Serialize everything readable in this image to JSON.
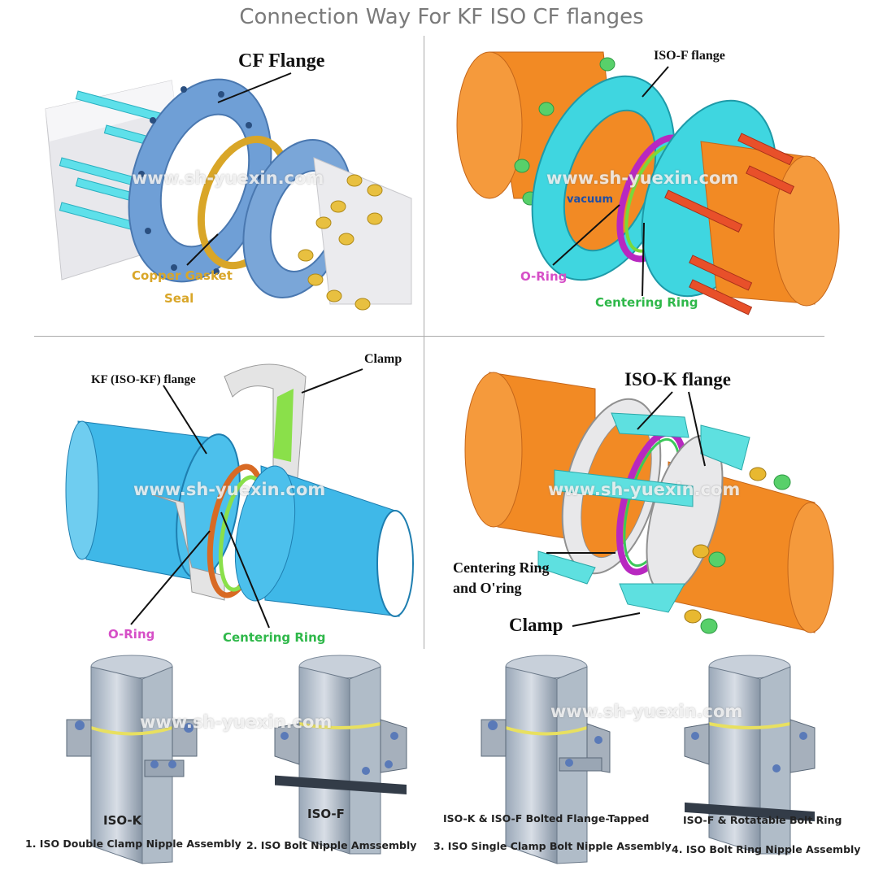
{
  "title": "Connection Way For KF ISO CF flanges",
  "watermark": "www.sh-yuexin.com",
  "cf_panel": {
    "label_flange": "CF  Flange",
    "label_gasket_line1": "Copper Gasket",
    "label_gasket_line2": "Seal"
  },
  "isof_panel": {
    "label_flange": "ISO-F flange",
    "label_oring": "O-Ring",
    "label_centering": "Centering Ring",
    "logo_text": "vacuum"
  },
  "kf_panel": {
    "label_flange": "KF (ISO-KF) flange",
    "label_clamp": "Clamp",
    "label_oring": "O-Ring",
    "label_centering": "Centering Ring"
  },
  "isok_panel": {
    "label_flange": "ISO-K flange",
    "label_centering_line1": "Centering Ring",
    "label_centering_line2": "and O'ring",
    "label_clamp": "Clamp"
  },
  "assemblies": [
    {
      "sub": "ISO-K",
      "caption": "1. ISO Double Clamp Nipple Assembly"
    },
    {
      "sub": "ISO-F",
      "caption": "2. ISO Bolt Nipple Amssembly"
    },
    {
      "sub": "ISO-K & ISO-F Bolted Flange-Tapped",
      "caption": "3. ISO Single Clamp Bolt Nipple Assembly"
    },
    {
      "sub": "ISO-F & Rotatable Bolt Ring",
      "caption": "4. ISO Bolt Ring Nipple Assembly"
    }
  ],
  "colors": {
    "title": "#7a7a7a",
    "cf_steel": "#7aa6d8",
    "gasket": "#d9a628",
    "orange_pipe": "#f28a24",
    "cyan_flange": "#3fd6e0",
    "magenta_ring": "#b828c0",
    "kf_blue": "#3fb8e8",
    "green_ring": "#8ae04a",
    "bolt_red": "#e8502a",
    "nut_yellow": "#e8b830",
    "nut_green": "#58d06a"
  }
}
